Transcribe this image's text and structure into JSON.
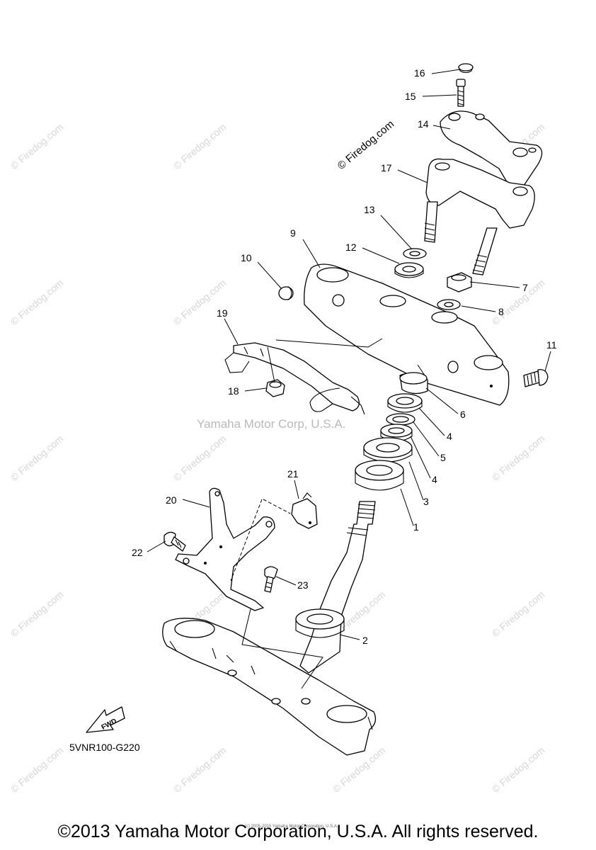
{
  "watermark": {
    "site": "© Firedog.com",
    "center": "Yamaha Motor Corp, U.S.A."
  },
  "diagram_code": "5VNR100-G220",
  "fwd_label": "FWD",
  "fine_print": "(c) 2005-2015 Yamaha Motor Corporation, U.S.A.",
  "footer": "©2013 Yamaha Motor Corporation, U.S.A. All rights reserved.",
  "callouts": {
    "c1": "1",
    "c2": "2",
    "c3": "3",
    "c4a": "4",
    "c4b": "4",
    "c5": "5",
    "c6": "6",
    "c7": "7",
    "c8": "8",
    "c9": "9",
    "c10": "10",
    "c11": "11",
    "c12": "12",
    "c13": "13",
    "c14": "14",
    "c15": "15",
    "c16": "16",
    "c17": "17",
    "c18": "18",
    "c19": "19",
    "c20": "20",
    "c21": "21",
    "c22": "22",
    "c23": "23"
  }
}
